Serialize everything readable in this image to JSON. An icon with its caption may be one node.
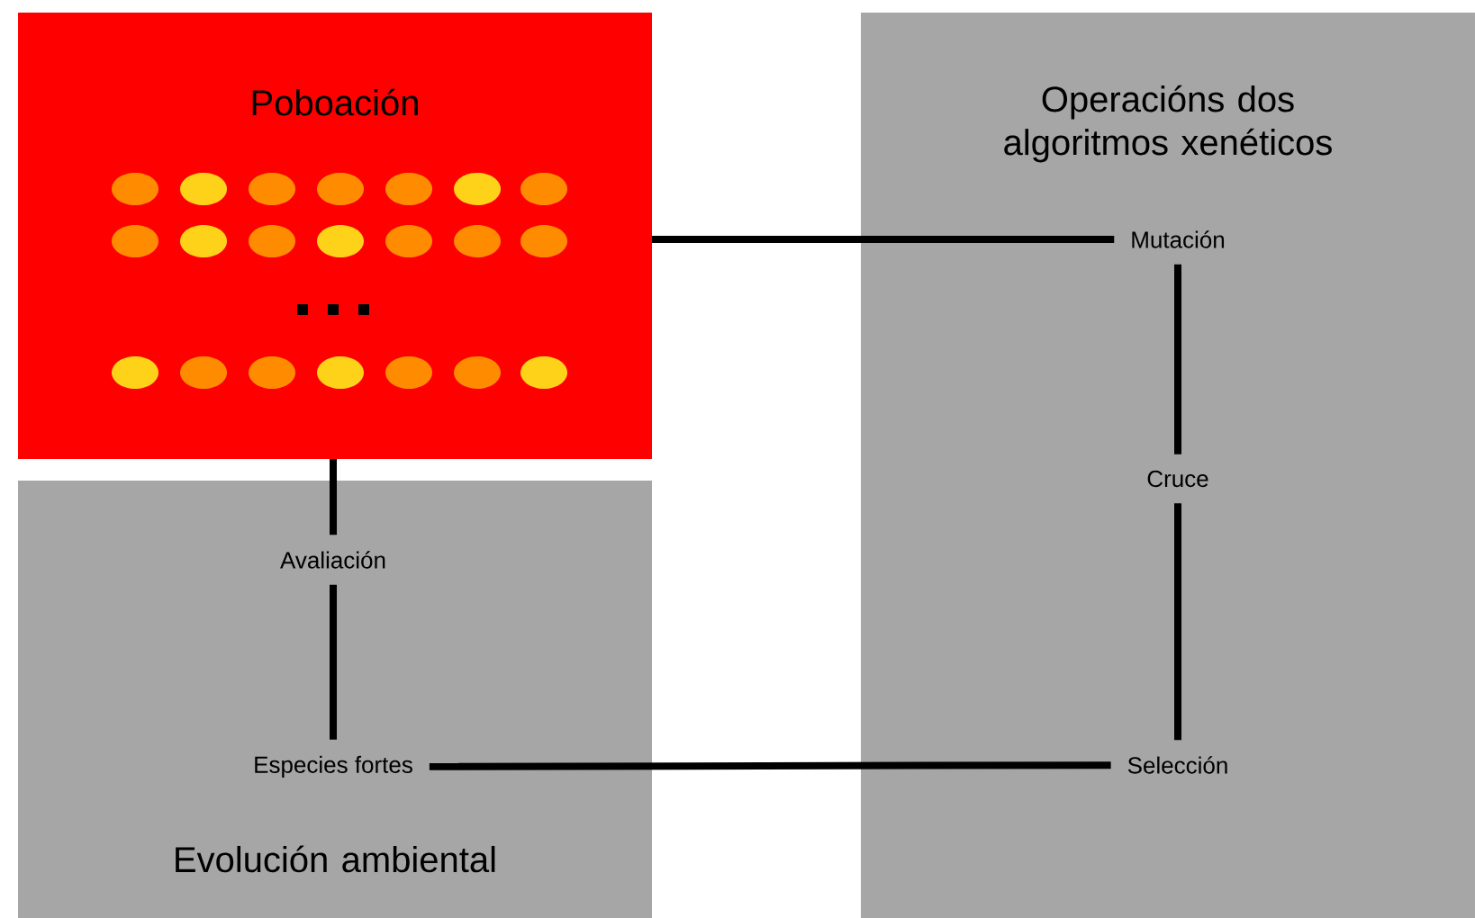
{
  "diagram": {
    "nodes": [
      {
        "text": [
          "Poboación"
        ]
      },
      {
        "text": [
          "Evolución ambiental"
        ]
      },
      {
        "text": [
          "Avaliación"
        ],
        "in": 1
      },
      {
        "text": [
          "Especies fortes"
        ],
        "in": 1
      },
      {
        "text": [
          "Operacións dos algoritmos xenéticos"
        ]
      },
      {
        "text": [
          "Mutación"
        ],
        "in": 4
      },
      {
        "text": [
          "Cruce"
        ],
        "in": 4
      },
      {
        "text": [
          "Selección"
        ],
        "in": 4
      }
    ],
    "edges": [
      {
        "from": 0,
        "to": 5,
        "arrow": "none"
      },
      {
        "from": 5,
        "to": 6,
        "arrow": "none"
      },
      {
        "from": 6,
        "to": 7,
        "arrow": "none"
      },
      {
        "from": 7,
        "to": 3,
        "arrow": "none"
      },
      {
        "from": 3,
        "to": 2,
        "arrow": "none"
      },
      {
        "from": 2,
        "to": 0,
        "arrow": "none"
      }
    ]
  }
}
